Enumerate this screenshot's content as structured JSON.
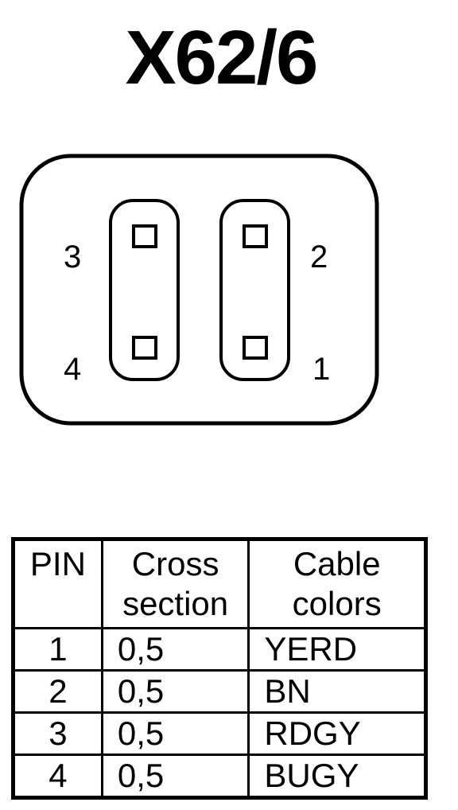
{
  "title": "X62/6",
  "connector": {
    "pin_labels": {
      "top_left": "3",
      "bottom_left": "4",
      "top_right": "2",
      "bottom_right": "1"
    }
  },
  "table": {
    "headers": {
      "pin": "PIN",
      "cross_section_line1": "Cross",
      "cross_section_line2": "section",
      "cable_colors_line1": "Cable",
      "cable_colors_line2": "colors"
    },
    "rows": [
      {
        "pin": "1",
        "cross_section": "0,5",
        "cable_color": "YERD"
      },
      {
        "pin": "2",
        "cross_section": "0,5",
        "cable_color": "BN"
      },
      {
        "pin": "3",
        "cross_section": "0,5",
        "cable_color": "RDGY"
      },
      {
        "pin": "4",
        "cross_section": "0,5",
        "cable_color": "BUGY"
      }
    ]
  }
}
